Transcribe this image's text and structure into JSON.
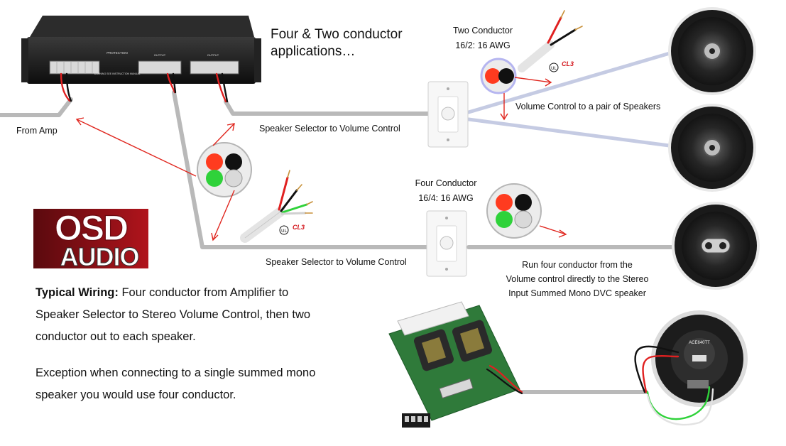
{
  "title": {
    "line1": "Four & Two conductor",
    "line2": "applications…"
  },
  "amplifier": {
    "warning": "WARNING SEE INSTRUCTION MANUAL",
    "protection": "PROTECTION",
    "output_a": "OUTPUT",
    "output_b": "OUTPUT"
  },
  "labels": {
    "from_amp": "From Amp",
    "selector_to_vc_top": "Speaker Selector to Volume Control",
    "selector_to_vc_bottom": "Speaker Selector to Volume Control",
    "vc_to_pair": "Volume Control to a pair of Speakers",
    "two_conductor_title": "Two Conductor",
    "two_conductor_spec": "16/2: 16 AWG",
    "four_conductor_title": "Four Conductor",
    "four_conductor_spec": "16/4: 16 AWG",
    "run_four_line1": "Run four conductor from the",
    "run_four_line2": "Volume control directly to the Stereo",
    "run_four_line3": "Input Summed Mono DVC speaker",
    "cl3": "CL3",
    "ul": "UL",
    "speaker_model": "ACE640TT"
  },
  "logo": {
    "top": "OSD",
    "bottom": "AUDIO"
  },
  "description": {
    "typical_label": "Typical Wiring:",
    "typical_text": " Four conductor from Amplifier to Speaker Selector to Stereo Volume Control, then two conductor out to each speaker.",
    "exception_text": "Exception when connecting to a single summed mono speaker you would use four conductor."
  },
  "colors": {
    "arrow": "#e0261e",
    "cable_gray": "#b9b9b9",
    "cable_blue": "#c5cbe3",
    "conductor_red": "#ff3b1f",
    "conductor_black": "#111111",
    "conductor_green": "#2fd23a",
    "conductor_white": "#d9d9d9",
    "logo_red": "#8e1118"
  }
}
